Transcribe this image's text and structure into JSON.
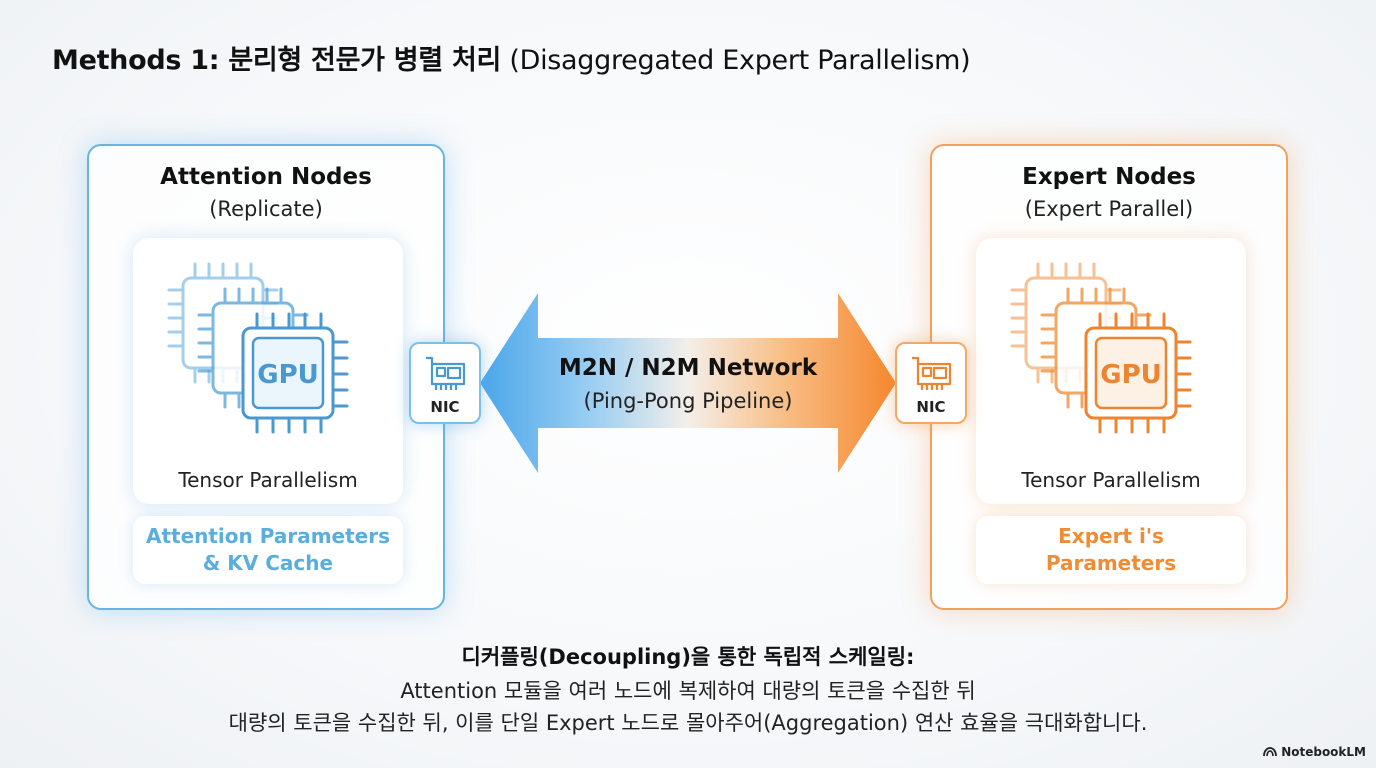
{
  "title": {
    "bold": "Methods 1: 분리형 전문가 병렬 처리",
    "light": "(Disaggregated Expert Parallelism)"
  },
  "attention_panel": {
    "title": "Attention Nodes",
    "subtitle": "(Replicate)",
    "gpu_label": "GPU",
    "tp_label": "Tensor Parallelism",
    "param_line1": "Attention Parameters",
    "param_line2": "& KV Cache",
    "accent": "#5aaede"
  },
  "expert_panel": {
    "title": "Expert Nodes",
    "subtitle": "(Expert Parallel)",
    "gpu_label": "GPU",
    "tp_label": "Tensor Parallelism",
    "param_line1": "Expert i's",
    "param_line2": "Parameters",
    "accent": "#ef8c36"
  },
  "nic": {
    "left_label": "NIC",
    "right_label": "NIC"
  },
  "network": {
    "title": "M2N / N2M Network",
    "subtitle": "(Ping-Pong Pipeline)"
  },
  "bottom": {
    "line1": "디커플링(Decoupling)을 통한 독립적 스케일링:",
    "line2": "Attention 모듈을 여러 노드에 복제하여 대량의 토큰을 수집한 뒤",
    "line3": "대량의 토큰을 수집한 뒤, 이를 단일 Expert 노드로 몰아주어(Aggregation) 연산 효율을 극대화합니다."
  },
  "brand": {
    "label": "NotebookLM",
    "icon": "notebooklm-logo-icon"
  }
}
